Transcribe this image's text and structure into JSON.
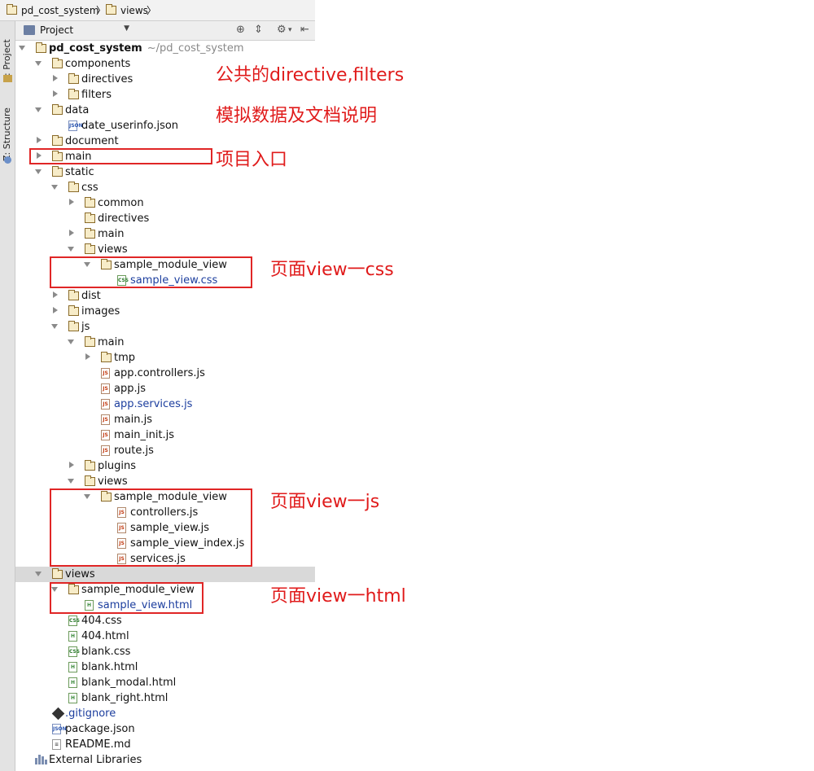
{
  "breadcrumb": {
    "project": "pd_cost_system",
    "folder": "views"
  },
  "sidestrip": {
    "project_tab": "1: Project",
    "structure_tab": "Z: Structure"
  },
  "toolbar": {
    "view_select": "Project"
  },
  "tree": {
    "root": {
      "name": "pd_cost_system",
      "path": "~/pd_cost_system"
    },
    "components": "components",
    "directives": "directives",
    "filters": "filters",
    "data": "data",
    "date_userinfo": "date_userinfo.json",
    "document": "document",
    "main": "main",
    "static": "static",
    "css": "css",
    "css_common": "common",
    "css_directives": "directives",
    "css_main": "main",
    "css_views": "views",
    "css_sample_module_view": "sample_module_view",
    "css_sample_view": "sample_view.css",
    "dist": "dist",
    "images": "images",
    "js": "js",
    "js_main": "main",
    "tmp": "tmp",
    "app_controllers": "app.controllers.js",
    "app_js": "app.js",
    "app_services": "app.services.js",
    "main_js": "main.js",
    "main_init": "main_init.js",
    "route": "route.js",
    "plugins": "plugins",
    "js_views": "views",
    "js_sample_module_view": "sample_module_view",
    "controllers": "controllers.js",
    "sample_view_js": "sample_view.js",
    "sample_view_index": "sample_view_index.js",
    "services": "services.js",
    "views": "views",
    "views_sample_module_view": "sample_module_view",
    "sample_view_html": "sample_view.html",
    "css404": "404.css",
    "html404": "404.html",
    "blank_css": "blank.css",
    "blank_html": "blank.html",
    "blank_modal": "blank_modal.html",
    "blank_right": "blank_right.html",
    "gitignore": ".gitignore",
    "package_json": "package.json",
    "readme": "README.md",
    "external_libraries": "External Libraries"
  },
  "annotations": {
    "components": "公共的directive,filters",
    "data": "模拟数据及文档说明",
    "main": "项目入口",
    "css": "页面view一css",
    "js": "页面view一js",
    "html": "页面view一html"
  },
  "colors": {
    "annotation": "#e01b1b",
    "link_blue": "#1c3e9e",
    "selected_row": "#d9d9d9"
  }
}
